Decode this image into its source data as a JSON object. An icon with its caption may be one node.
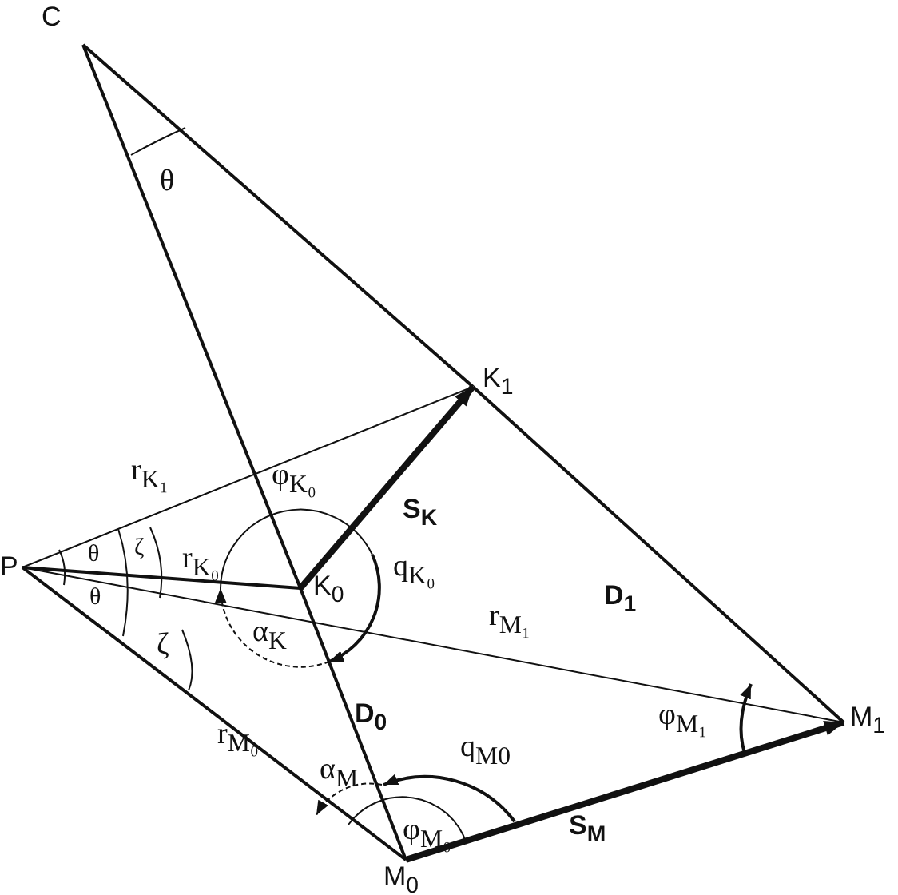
{
  "diagram": {
    "nodes": [
      {
        "text": [
          "C"
        ]
      },
      {
        "text": [
          "K$_{1}$"
        ]
      },
      {
        "text": [
          "P"
        ]
      },
      {
        "text": [
          "K$_{0}$"
        ]
      },
      {
        "text": [
          "M$_{0}$"
        ]
      },
      {
        "text": [
          "M$_{1}$"
        ]
      }
    ],
    "edges": [
      {
        "from": 0,
        "to": 3,
        "arrow": "none"
      },
      {
        "from": 3,
        "to": 4,
        "arrow": "none"
      },
      {
        "from": 0,
        "to": 1,
        "arrow": "none"
      },
      {
        "from": 1,
        "to": 5,
        "arrow": "none"
      },
      {
        "from": 2,
        "to": 1,
        "arrow": "none",
        "label": "r$_{K₁}$"
      },
      {
        "from": 2,
        "to": 3,
        "arrow": "none",
        "label": "r$_{K₀}$"
      },
      {
        "from": 2,
        "to": 5,
        "arrow": "none",
        "label": "r$_{M₁}$"
      },
      {
        "from": 2,
        "to": 4,
        "arrow": "none",
        "label": "r$_{M₀}$"
      },
      {
        "from": 3,
        "to": 1,
        "arrow": "to",
        "style": "thick",
        "label": "S$_{K}$"
      },
      {
        "from": 4,
        "to": 5,
        "arrow": "to",
        "style": "thick",
        "label": "S$_{M}$"
      }
    ],
    "labels": [
      "θ",
      "φ$_{K₀}$",
      "θ",
      "ζ",
      "q$_{K₀}$",
      "D$_{1}$",
      "θ",
      "ζ",
      "α$_{K}$",
      "D$_{0}$",
      "q$_{M0}$",
      "φ$_{M₁}$",
      "α$_{M}$",
      "φ$_{M₀}$"
    ]
  }
}
